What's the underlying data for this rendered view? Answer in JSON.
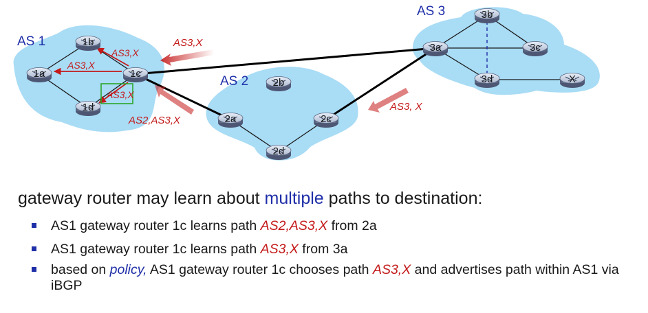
{
  "diagram": {
    "as_labels": {
      "as1": "AS 1",
      "as2": "AS 2",
      "as3": "AS 3"
    },
    "routers": {
      "r1a": "1a",
      "r1b": "1b",
      "r1c": "1c",
      "r1d": "1d",
      "r2a": "2a",
      "r2b": "2b",
      "r2c": "2c",
      "r2d": "2d",
      "r3a": "3a",
      "r3b": "3b",
      "r3c": "3c",
      "r3d": "3d",
      "rx": "X"
    },
    "adverts": {
      "top": "AS3,X",
      "left_bottom": "AS2,AS3,X",
      "right": "AS3, X",
      "to_1b": "AS3,X",
      "to_1a": "AS3,X",
      "to_1d": "AS3,X"
    },
    "colors": {
      "as_cloud": "#a9dcf5",
      "advert_text": "#c41a1a",
      "link": "#000000",
      "box": "#2aa52a"
    }
  },
  "text": {
    "heading_pre": "gateway router may learn about ",
    "heading_hl": "multiple",
    "heading_post": " paths to destination:",
    "b1_pre": "AS1 gateway router 1c learns path ",
    "b1_path": "AS2,AS3,X",
    "b1_post": " from 2a",
    "b2_pre": "AS1 gateway router 1c learns path ",
    "b2_path": "AS3,X",
    "b2_post": " from 3a",
    "b3_pre": "based on ",
    "b3_policy": "policy,",
    "b3_mid": " AS1 gateway router 1c chooses path ",
    "b3_path": "AS3,X",
    "b3_post": " and advertises path within AS1 via iBGP"
  }
}
